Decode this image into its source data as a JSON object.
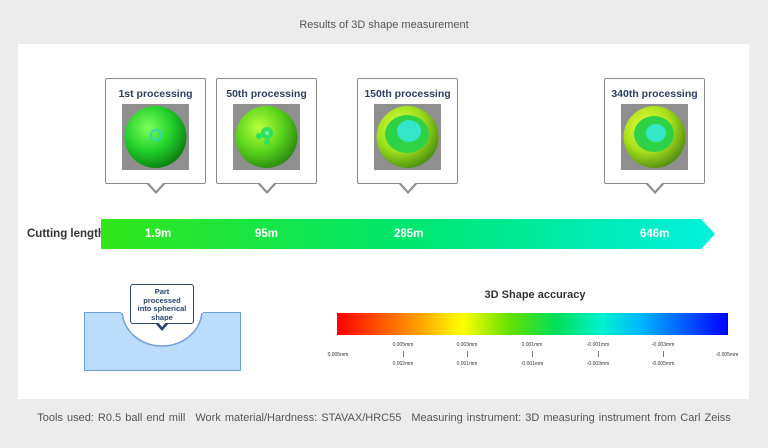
{
  "title": "Results of 3D shape measurement",
  "stages": [
    {
      "label": "1st processing",
      "length": "1.9m"
    },
    {
      "label": "50th processing",
      "length": "95m"
    },
    {
      "label": "150th processing",
      "length": "285m"
    },
    {
      "label": "340th processing",
      "length": "646m"
    }
  ],
  "cutting_length_label": "Cutting length",
  "part_callout": [
    "Part",
    "processed",
    "into spherical",
    "shape"
  ],
  "accuracy_title": "3D Shape accuracy",
  "scale_labels": {
    "top": [
      "0.005mm",
      "0.003mm",
      "0.001mm",
      "-0.001mm",
      "-0.003mm"
    ],
    "bottom": [
      "0.002mm",
      "0.001mm",
      "-0.001mm",
      "-0.003mm",
      "-0.005mm"
    ],
    "left_end": "0.005mm",
    "right_end": "-0.005mm"
  },
  "colors": {
    "gradient": [
      "#ff0000",
      "#ffff00",
      "#00e05a",
      "#00b4ff",
      "#0000ff"
    ],
    "arrow_start": "#33e61a",
    "arrow_end": "#00f0e0"
  },
  "footer": {
    "tools": "Tools used: R0.5 ball end mill",
    "material": "Work material/Hardness: STAVAX/HRC55",
    "instrument": "Measuring instrument: 3D measuring instrument from Carl Zeiss"
  }
}
